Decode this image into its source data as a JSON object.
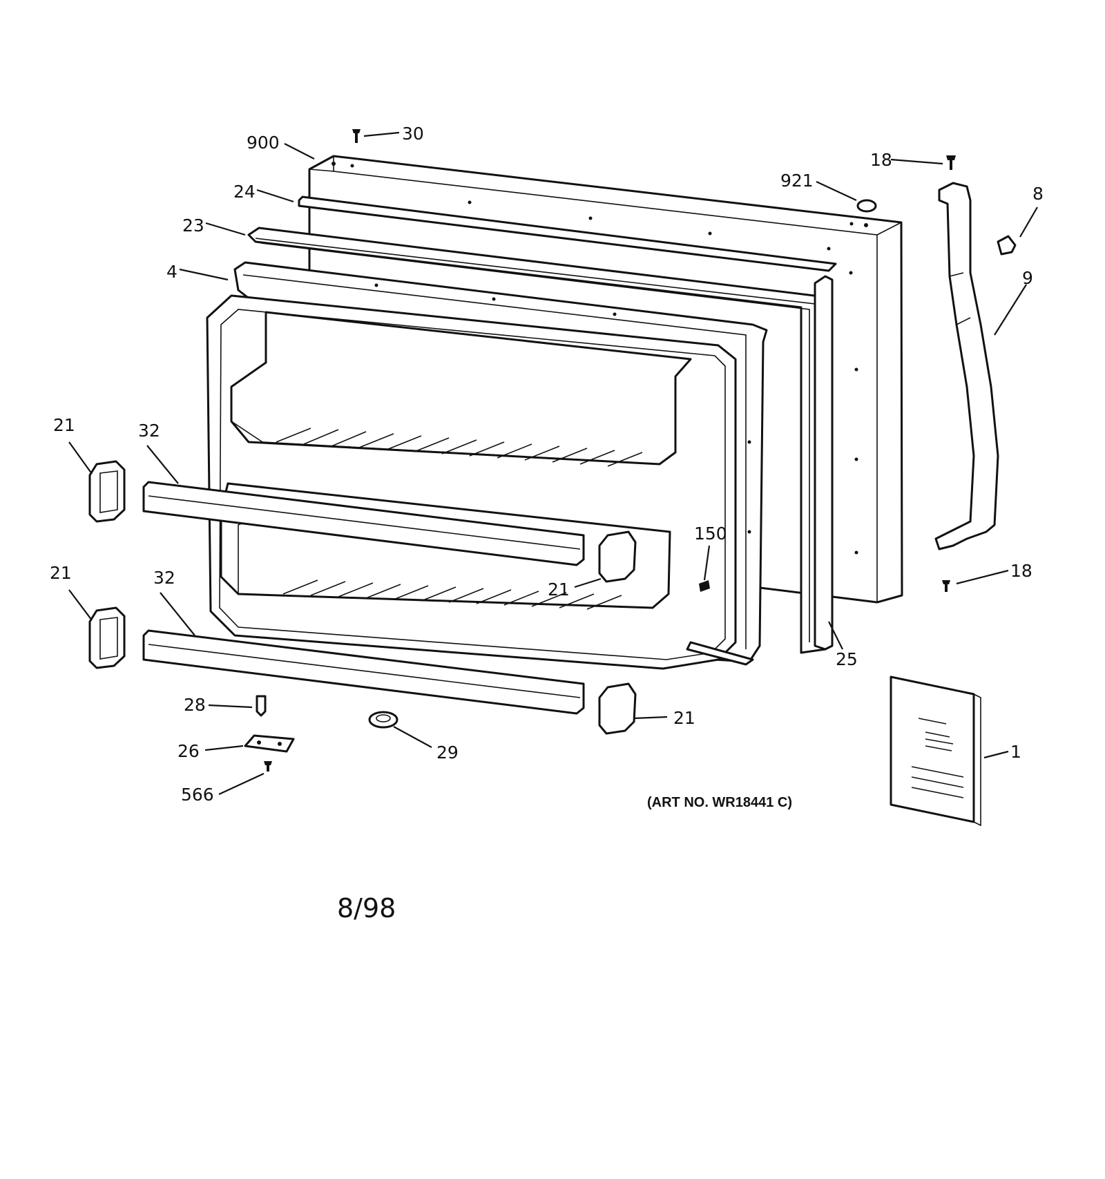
{
  "diagram": {
    "part_labels": {
      "p900": "900",
      "p30": "30",
      "p24": "24",
      "p23": "23",
      "p4": "4",
      "p921": "921",
      "p18_top": "18",
      "p8": "8",
      "p9": "9",
      "p21_upper_left": "21",
      "p32_upper": "32",
      "p21_lower_left": "21",
      "p32_lower": "32",
      "p150": "150",
      "p21_upper_right": "21",
      "p18_bottom": "18",
      "p25": "25",
      "p28": "28",
      "p26": "26",
      "p566": "566",
      "p29": "29",
      "p21_lower_right": "21",
      "p1": "1"
    },
    "art_number": "(ART NO. WR18441 C)",
    "date_code": "8/98"
  },
  "colors": {
    "line": "#111111",
    "background": "#ffffff"
  }
}
